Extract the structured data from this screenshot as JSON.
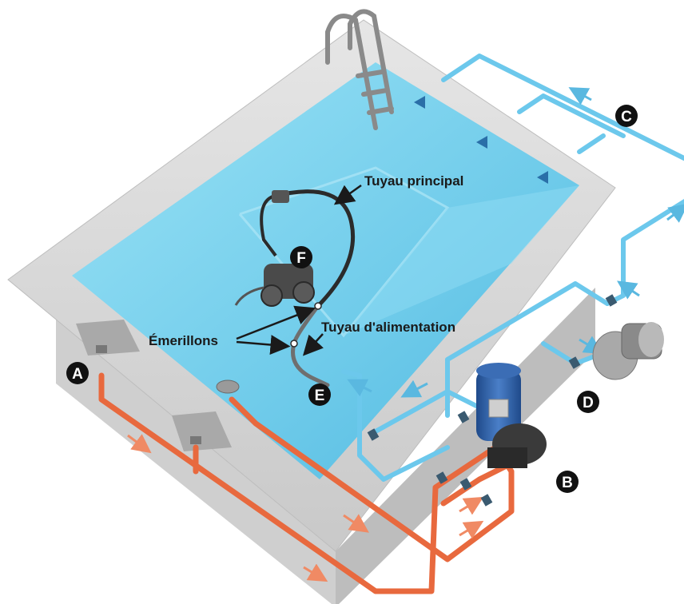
{
  "labels": {
    "main_hose": "Tuyau principal",
    "swivels": "Émerillons",
    "feed_hose": "Tuyau d'alimentation"
  },
  "badges": {
    "a": "A",
    "b": "B",
    "c": "C",
    "d": "D",
    "e": "E",
    "f": "F"
  },
  "colors": {
    "water": "#7fd3ee",
    "pool_wall": "#dcdcdc",
    "return_pipe": "#6cc8ec",
    "suction_pipe": "#e8693e",
    "hose": "#2b2b2b",
    "filter_tank": "#2f5fa8",
    "pump": "#3a3a3a",
    "badge": "#111111"
  }
}
